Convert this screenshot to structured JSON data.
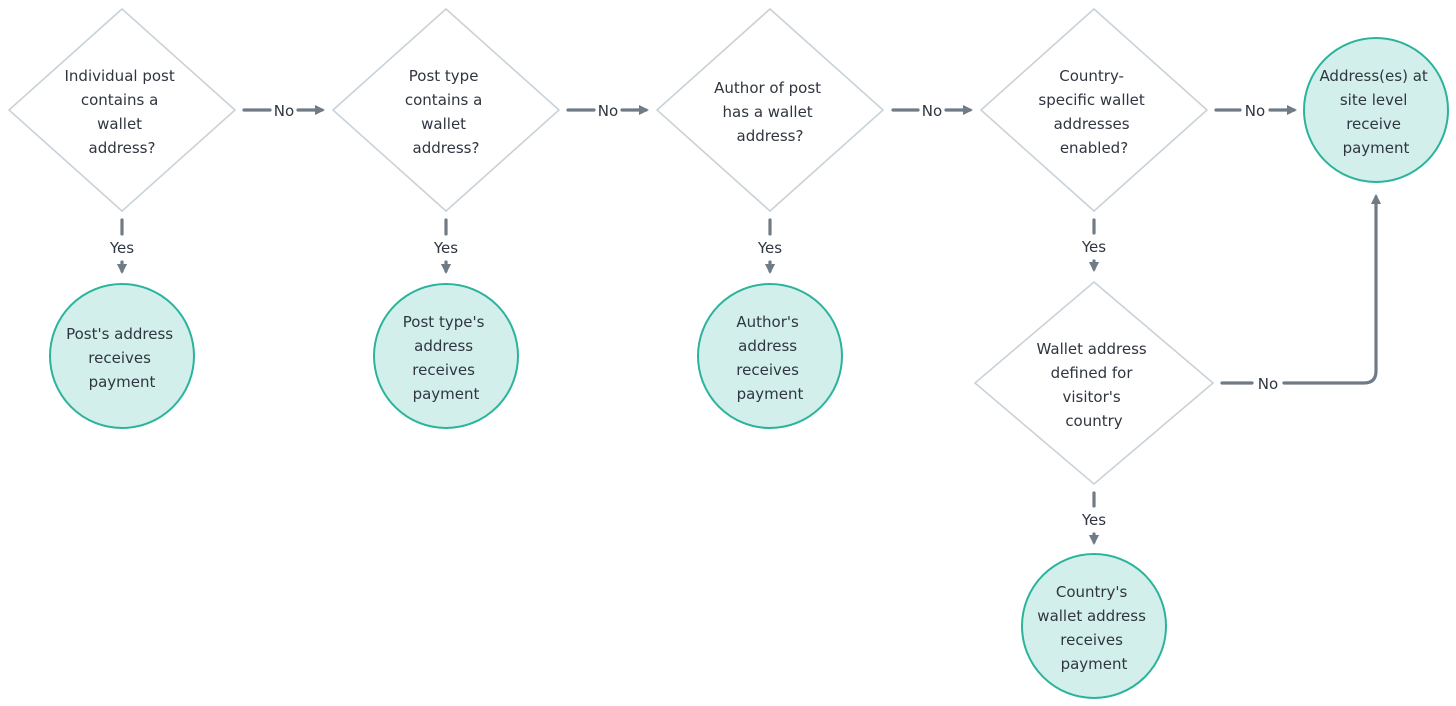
{
  "nodes": {
    "q_post": {
      "lines": [
        "Individual post",
        "contains a",
        "wallet",
        "address?"
      ]
    },
    "q_post_type": {
      "lines": [
        "Post type",
        "contains a",
        "wallet",
        "address?"
      ]
    },
    "q_author": {
      "lines": [
        "Author of post",
        "has a wallet",
        "address?"
      ]
    },
    "q_country_enabled": {
      "lines": [
        "Country-",
        "specific wallet",
        "addresses",
        "enabled?"
      ]
    },
    "q_country_defined": {
      "lines": [
        "Wallet address",
        "defined for",
        "visitor's",
        "country"
      ]
    },
    "r_post": {
      "lines": [
        "Post's address",
        "receives",
        "payment"
      ]
    },
    "r_post_type": {
      "lines": [
        "Post type's",
        "address",
        "receives",
        "payment"
      ]
    },
    "r_author": {
      "lines": [
        "Author's",
        "address",
        "receives",
        "payment"
      ]
    },
    "r_country": {
      "lines": [
        "Country's",
        "wallet address",
        "receives",
        "payment"
      ]
    },
    "r_site": {
      "lines": [
        "Address(es) at",
        "site level",
        "receive",
        "payment"
      ]
    }
  },
  "edge_labels": {
    "no": "No",
    "yes": "Yes"
  },
  "colors": {
    "decision_fill": "#ffffff",
    "decision_stroke": "#c9d2d8",
    "result_fill": "#d2efec",
    "result_stroke": "#2bb39b",
    "connector": "#6f7b86",
    "text": "#2f3640"
  }
}
